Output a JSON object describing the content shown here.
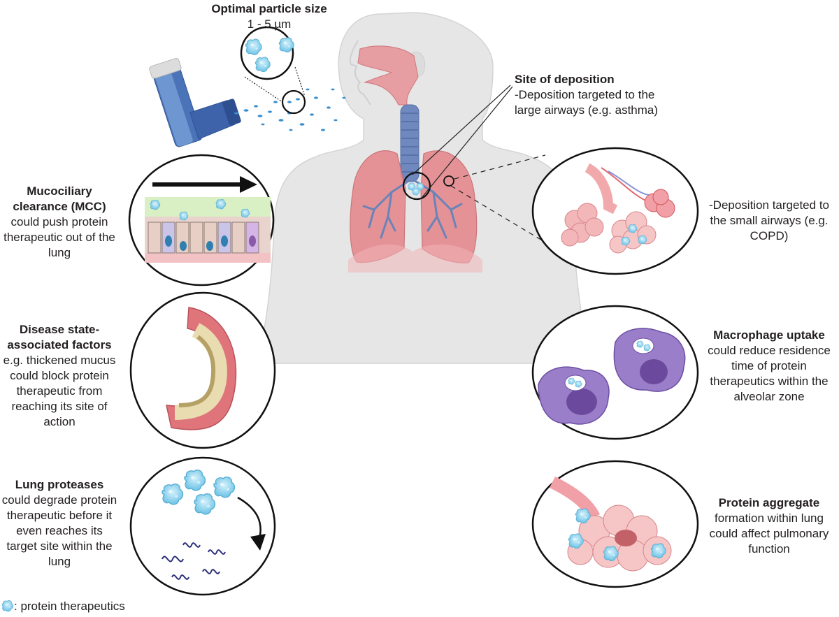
{
  "particle_size": {
    "title": "Optimal particle size",
    "range": "1 - 5 µm"
  },
  "deposition_large": {
    "title": "Site of deposition",
    "text": "-Deposition targeted to the large airways (e.g. asthma)"
  },
  "deposition_small": {
    "text": "-Deposition targeted to the small airways (e.g. COPD)"
  },
  "mcc": {
    "title": "Mucociliary clearance (MCC)",
    "text": "could push protein therapeutic out of the lung"
  },
  "disease": {
    "title": "Disease state-associated factors",
    "text": "e.g. thickened mucus could block protein therapeutic from reaching its site of action"
  },
  "proteases": {
    "title": "Lung proteases",
    "text": "could degrade protein therapeutic before it even reaches its target site within the lung"
  },
  "macrophage": {
    "title": "Macrophage uptake",
    "text": "could reduce residence time of protein therapeutics within the alveolar zone"
  },
  "aggregate": {
    "title": "Protein aggregate",
    "text": "formation within lung could affect pulmonary function"
  },
  "legend": {
    "text": ": protein therapeutics"
  },
  "colors": {
    "protein": "#8fd3ee",
    "lung": "#e58a8f",
    "body": "#e8e8e8",
    "macrophage": "#9b7ec9",
    "airway": "#6a83b8"
  }
}
